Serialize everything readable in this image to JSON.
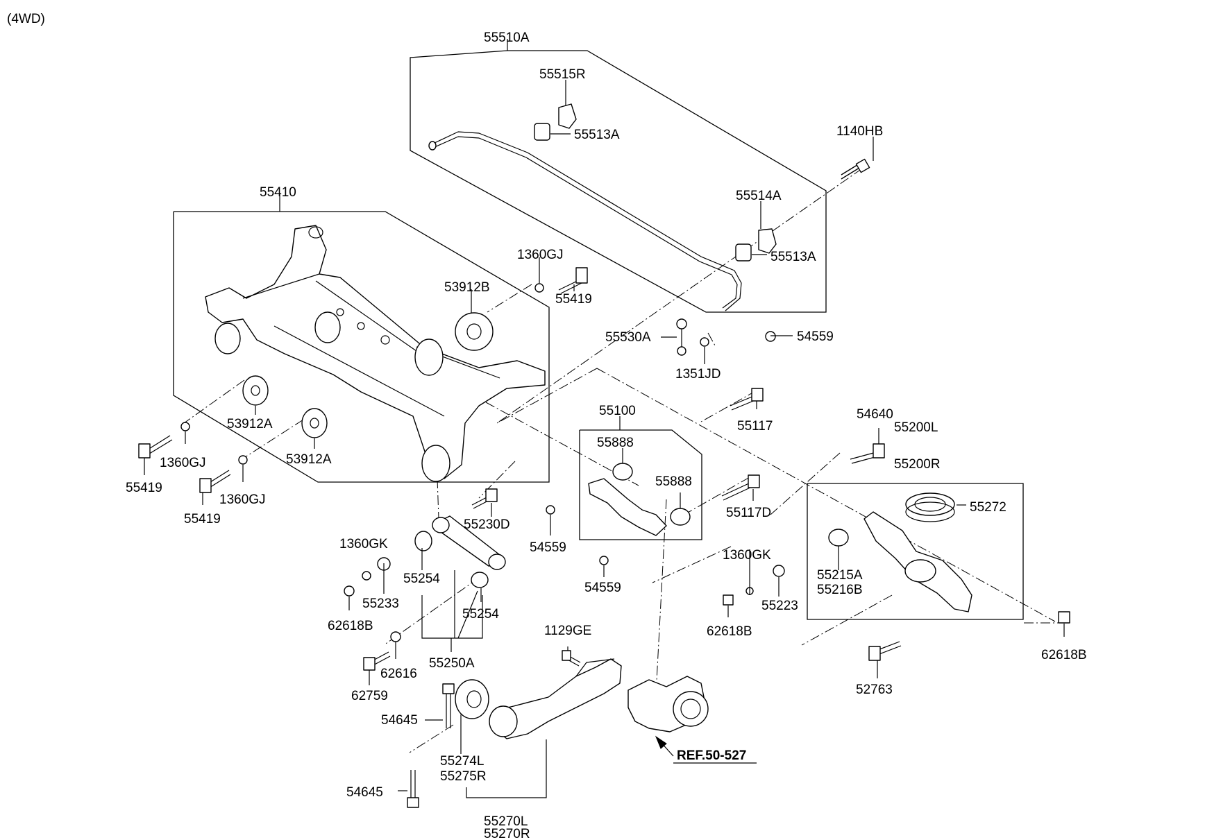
{
  "header": {
    "variant": "(4WD)"
  },
  "groups": {
    "stabilizer_assy": "55510A",
    "crossmember_assy": "55410",
    "upper_arm_assy": "55100",
    "lower_arm_assy_l": "55200L",
    "lower_arm_assy_r": "55200R",
    "assist_arm_assy": "55250A",
    "trailing_arm_l": "55270L",
    "trailing_arm_r": "55270R"
  },
  "parts": {
    "p55515R": "55515R",
    "p55513A_top": "55513A",
    "p1140HB": "1140HB",
    "p55514A": "55514A",
    "p55513A_right": "55513A",
    "p1360GJ_top": "1360GJ",
    "p53912B": "53912B",
    "p55419_top": "55419",
    "p55530A": "55530A",
    "p54559_top": "54559",
    "p1351JD": "1351JD",
    "p53912A_a": "53912A",
    "p53912A_b": "53912A",
    "p1360GJ_a": "1360GJ",
    "p1360GJ_b": "1360GJ",
    "p55419_a": "55419",
    "p55419_b": "55419",
    "p55117": "55117",
    "p54640": "54640",
    "p55888_a": "55888",
    "p55888_b": "55888",
    "p55117D": "55117D",
    "p55272": "55272",
    "p55230D": "55230D",
    "p1360GK_a": "1360GK",
    "p55254_a": "55254",
    "p55233": "55233",
    "p62618B_a": "62618B",
    "p55254_b": "55254",
    "p54559_mid": "54559",
    "p54559_low": "54559",
    "p1360GK_b": "1360GK",
    "p55215A": "55215A",
    "p55216B": "55216B",
    "p55223": "55223",
    "p62618B_b": "62618B",
    "p62618B_c": "62618B",
    "p62616": "62616",
    "p62759": "62759",
    "p1129GE": "1129GE",
    "p52763": "52763",
    "p54645_a": "54645",
    "p55274L": "55274L",
    "p55275R": "55275R",
    "p54645_b": "54645"
  },
  "reference": "REF.50-527"
}
